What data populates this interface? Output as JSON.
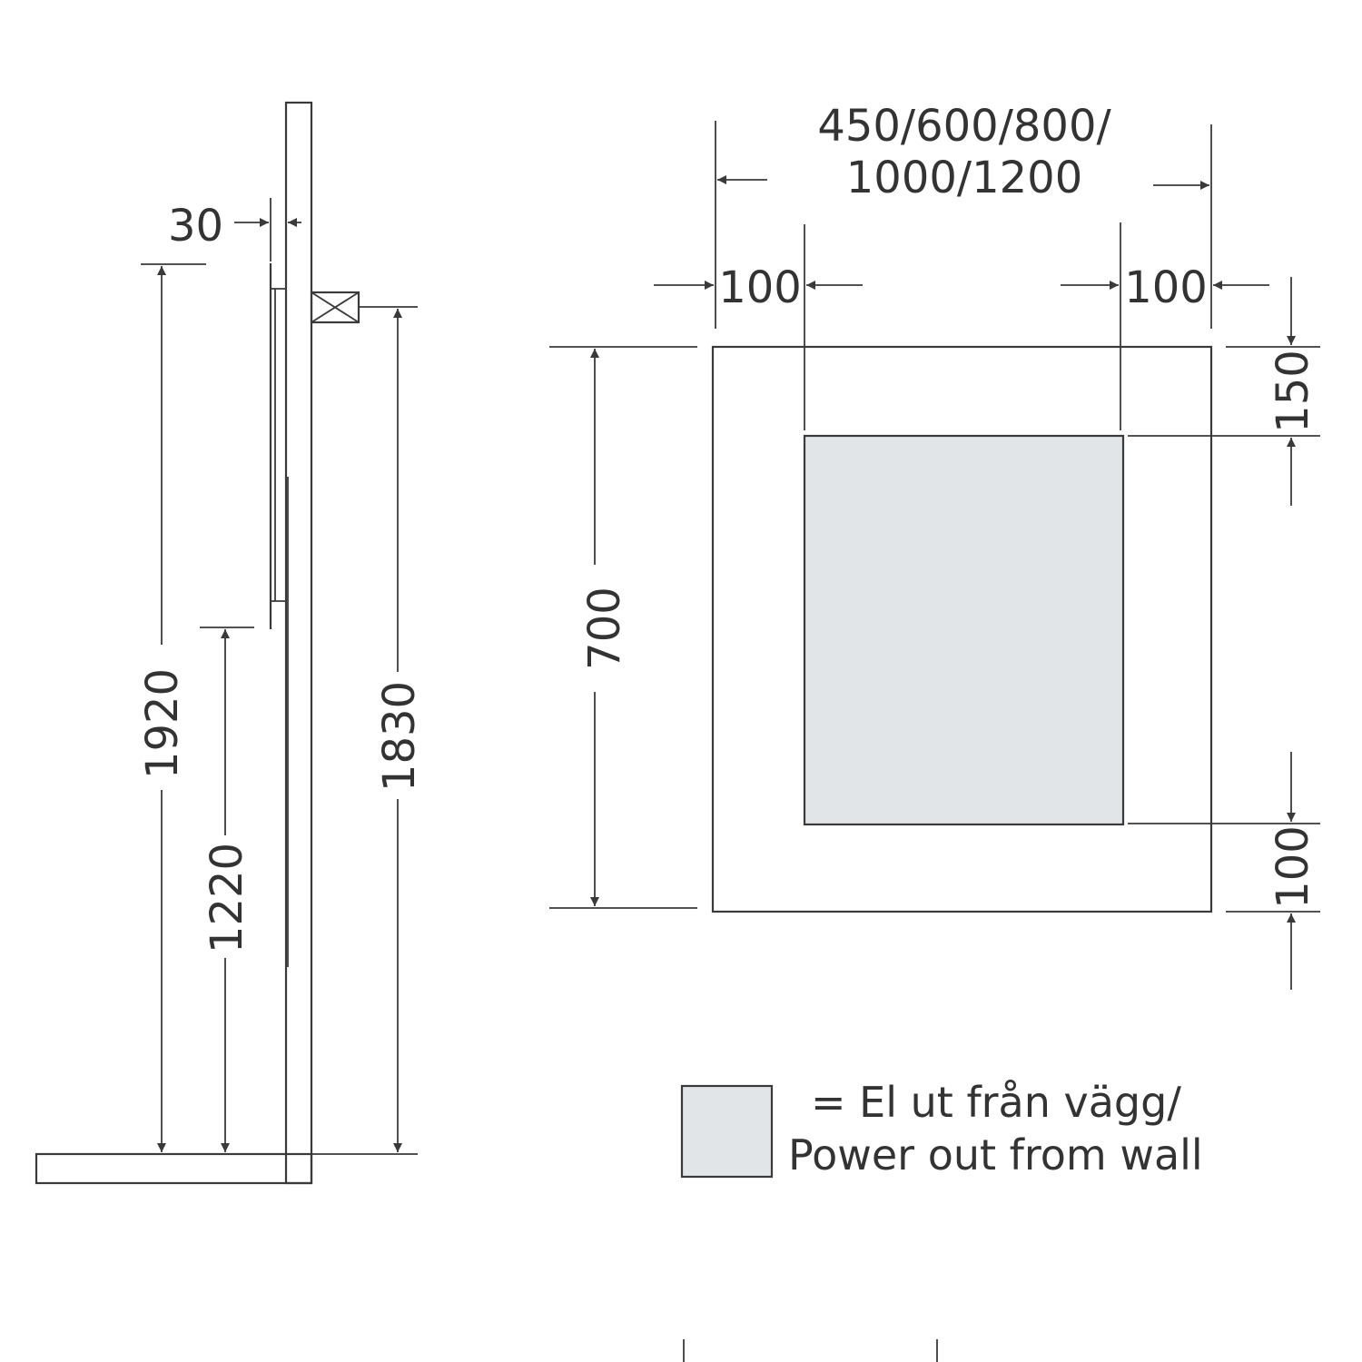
{
  "side_view": {
    "gap_label": "30",
    "height_top_label": "1920",
    "height_bottom_label": "1220",
    "height_outlet_label": "1830"
  },
  "front_view": {
    "width_line1": "450/600/800/",
    "width_line2": "1000/1200",
    "margin_left_label": "100",
    "margin_right_label": "100",
    "height_label": "700",
    "margin_top_label": "150",
    "margin_bottom_label": "100"
  },
  "legend": {
    "line1": "= El ut från vägg/",
    "line2": "Power out from wall"
  },
  "colors": {
    "line": "#3a3a3a",
    "power_area": "#e1e5e8"
  }
}
